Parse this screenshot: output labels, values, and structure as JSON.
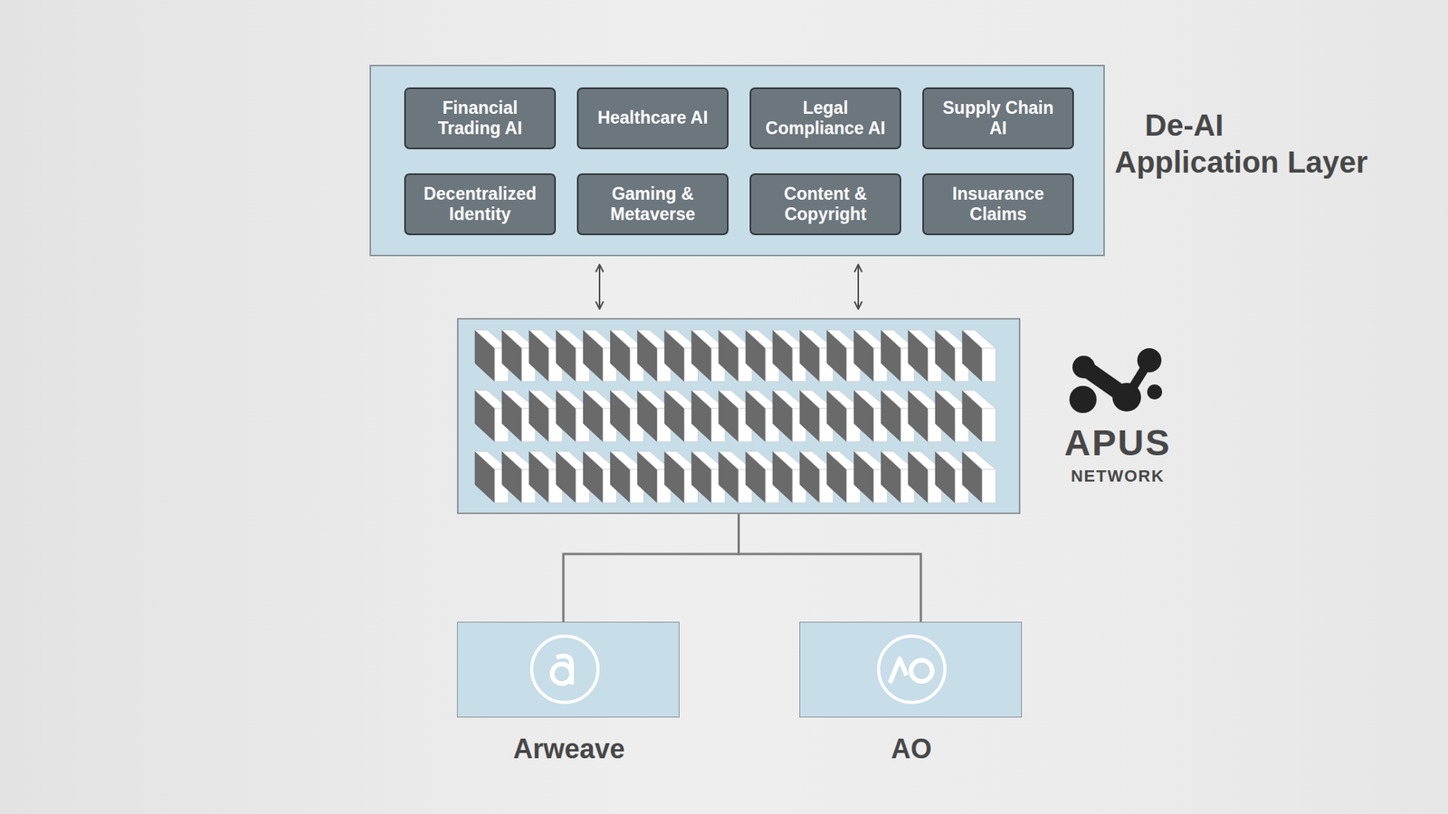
{
  "diagram": {
    "nodes": [
      {
        "text": [
          "De-AI Application Layer"
        ]
      },
      {
        "text": [
          "Financial Trading AI"
        ],
        "in": 0
      },
      {
        "text": [
          "Healthcare AI"
        ],
        "in": 0
      },
      {
        "text": [
          "Legal Compliance AI"
        ],
        "in": 0
      },
      {
        "text": [
          "Supply Chain AI"
        ],
        "in": 0
      },
      {
        "text": [
          "Decentralized Identity"
        ],
        "in": 0
      },
      {
        "text": [
          "Gaming & Metaverse"
        ],
        "in": 0
      },
      {
        "text": [
          "Content & Copyright"
        ],
        "in": 0
      },
      {
        "text": [
          "Insuarance Claims"
        ],
        "in": 0
      },
      {
        "text": [
          "APUS",
          "NETWORK"
        ]
      },
      {
        "text": [
          "Arweave"
        ]
      },
      {
        "text": [
          "AO"
        ]
      }
    ],
    "edges": [
      {
        "from": 0,
        "to": 9,
        "arrow": "both"
      },
      {
        "from": 0,
        "to": 9,
        "arrow": "both"
      },
      {
        "from": 9,
        "to": 10,
        "arrow": "none"
      },
      {
        "from": 9,
        "to": 11,
        "arrow": "none"
      }
    ]
  }
}
